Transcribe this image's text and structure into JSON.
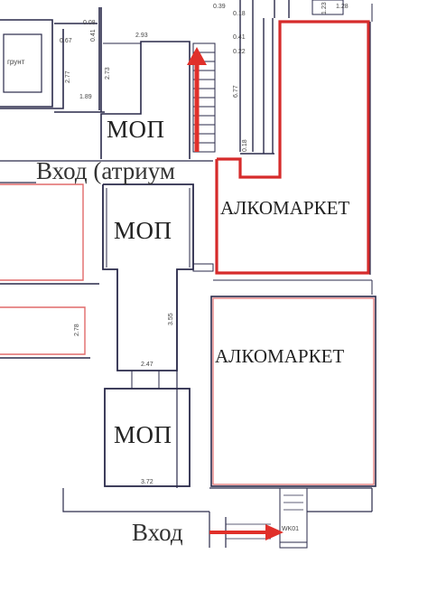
{
  "rooms": {
    "mop_top": "МОП",
    "mop_middle": "МОП",
    "mop_bottom": "МОП",
    "alco_upper": "АЛКОМАРКЕТ",
    "alco_lower": "АЛКОМАРКЕТ",
    "grunt": "грунт"
  },
  "entrances": {
    "atrium": "Вход (атриум",
    "main": "Вход"
  },
  "dimensions": {
    "d1": "0.08",
    "d2": "0.41",
    "d3": "0.67",
    "d4": "2.93",
    "d5": "2.77",
    "d6": "2.73",
    "d7": "1.89",
    "d8": "0.39",
    "d9": "0.18",
    "d10": "0.41",
    "d11": "0.22",
    "d12": "6.77",
    "d13": "0.18",
    "d14": "2.47",
    "d15": "3.72",
    "d16": "1.23",
    "d17": "1.28",
    "d18": "2.78",
    "d19": "3.55"
  },
  "markers": {
    "door_code": "WK01"
  },
  "colors": {
    "wall": "#2a2a4a",
    "highlight": "#d62b2b",
    "thin_red": "#e06a6a",
    "arrow": "#e0302a"
  }
}
